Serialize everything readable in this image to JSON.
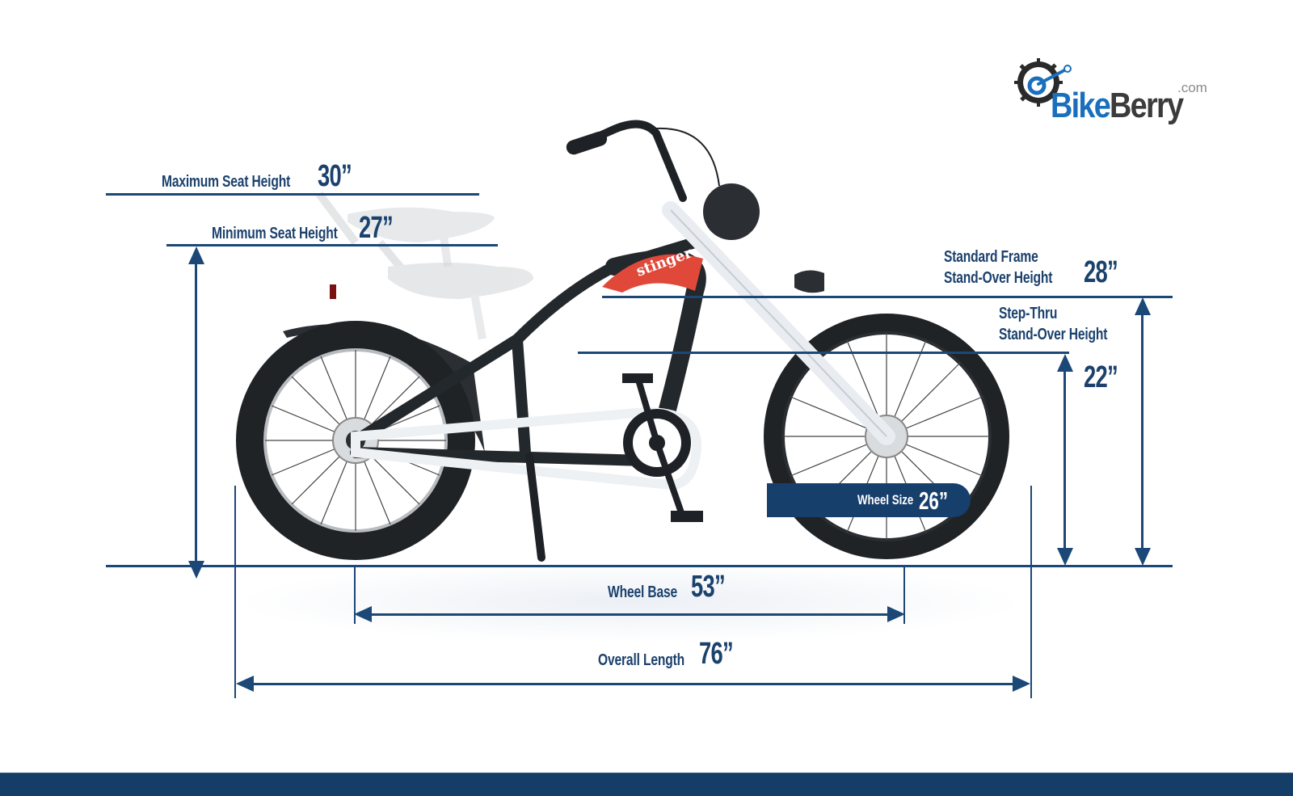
{
  "brand": {
    "name_part1": "Bike",
    "name_part2": "Berry",
    "suffix": ".com",
    "colors": {
      "blue": "#1a6fbd",
      "gray": "#3b3b3b"
    }
  },
  "product": {
    "model_decal": "stinger",
    "frame_color": "#1f2326",
    "accent_color": "#e0493a"
  },
  "dimensions": {
    "max_seat_height": {
      "label": "Maximum Seat Height",
      "value": "30”"
    },
    "min_seat_height": {
      "label": "Minimum Seat Height",
      "value": "27”"
    },
    "standard_standover": {
      "label_line1": "Standard Frame",
      "label_line2": "Stand-Over Height",
      "value": "28”"
    },
    "stepthru_standover": {
      "label_line1": "Step-Thru",
      "label_line2": "Stand-Over Height",
      "value": "22”"
    },
    "wheel_size": {
      "label": "Wheel Size",
      "value": "26”"
    },
    "wheel_base": {
      "label": "Wheel Base",
      "value": "53”"
    },
    "overall_length": {
      "label": "Overall Length",
      "value": "76”"
    }
  },
  "theme": {
    "line_color": "#1b4877",
    "text_color": "#1b416d",
    "footer_color": "#143d68"
  }
}
